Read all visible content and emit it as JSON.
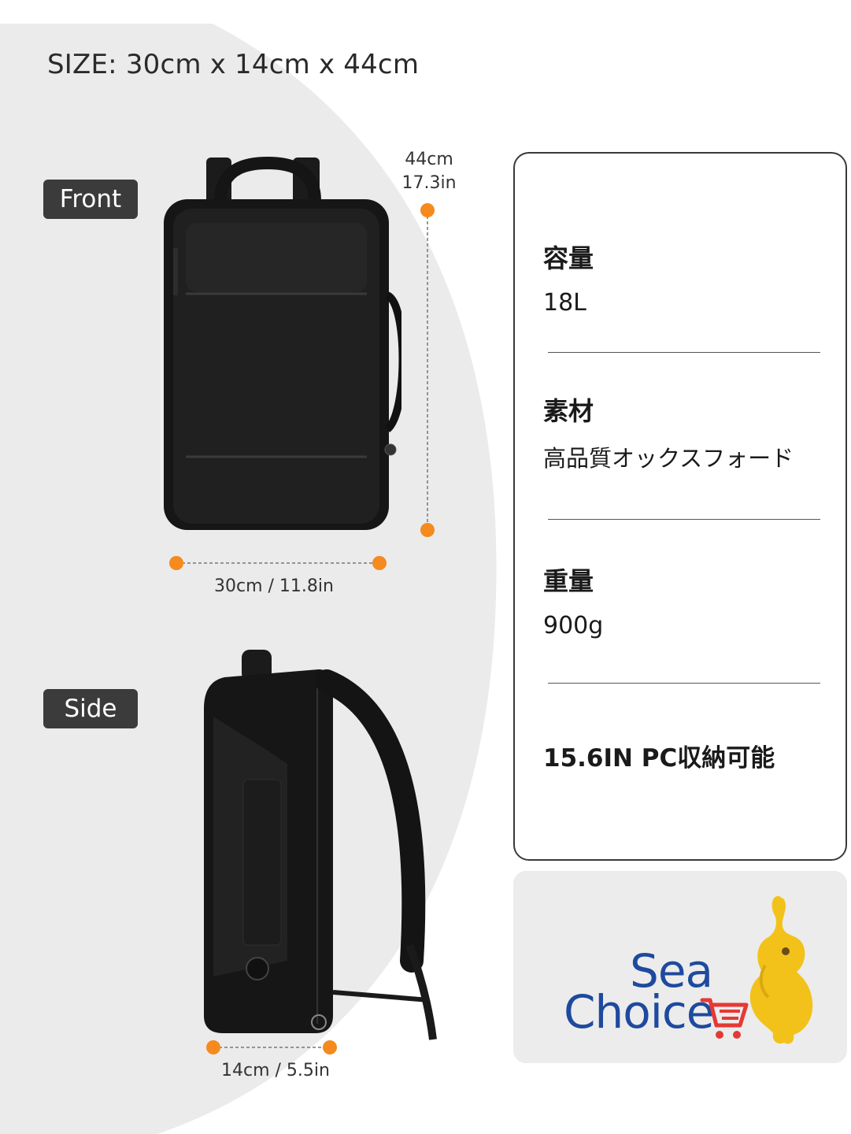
{
  "size_title": "SIZE: 30cm x 14cm x 44cm",
  "views": {
    "front_label": "Front",
    "side_label": "Side"
  },
  "dimensions": {
    "height_cm": "44cm",
    "height_in": "17.3in",
    "width": "30cm / 11.8in",
    "depth": "14cm / 5.5in"
  },
  "specs": [
    {
      "label": "容量",
      "value": "18L"
    },
    {
      "label": "素材",
      "value": "高品質オックスフォード"
    },
    {
      "label": "重量",
      "value": "900g"
    }
  ],
  "specs_feature": "15.6IN PC収納可能",
  "logo": {
    "line1": "Sea",
    "line2": "Choice",
    "icons": [
      "shopping-cart-icon",
      "elephant-mascot-icon"
    ]
  },
  "colors": {
    "accent_orange": "#f58a1f",
    "logo_blue": "#1e4a9e",
    "logo_red": "#e53935",
    "mascot_yellow": "#f2c21b",
    "badge_dark": "#3b3b3b",
    "arc_gray": "#ebebeb"
  }
}
